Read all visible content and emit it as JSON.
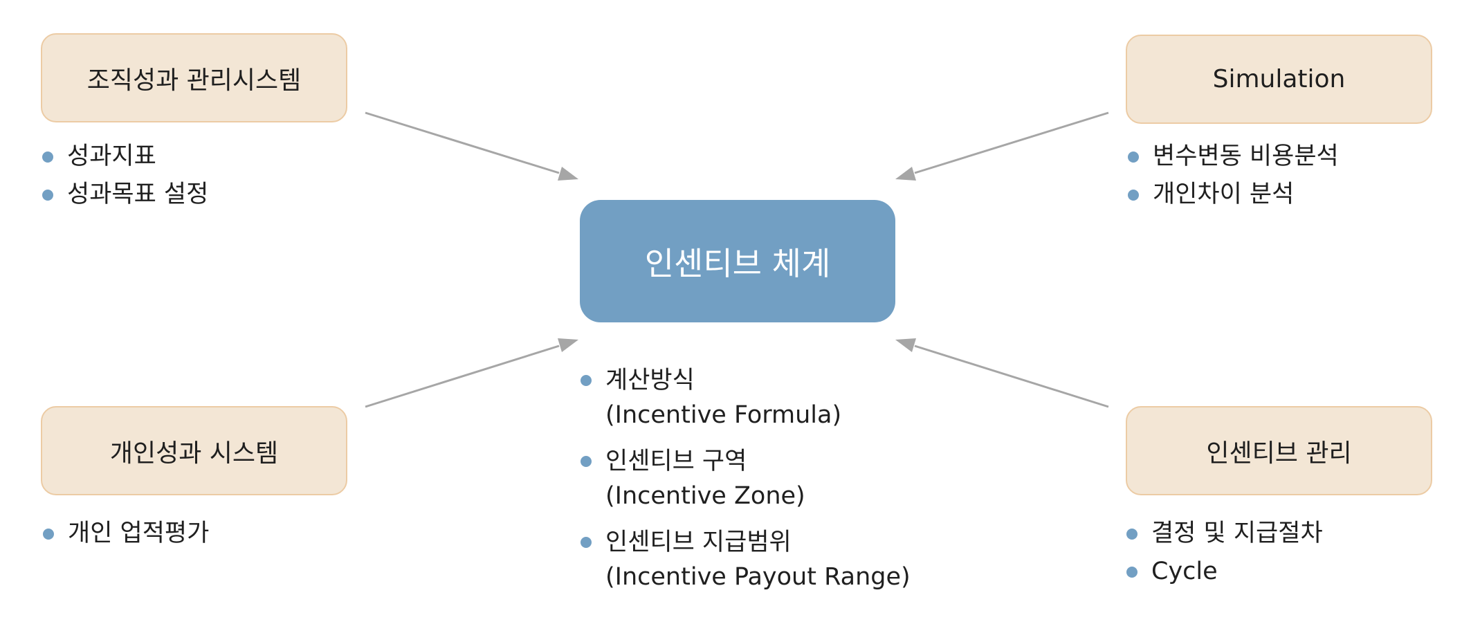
{
  "center": {
    "title": "인센티브 체계"
  },
  "top_left": {
    "title": "조직성과 관리시스템",
    "items": [
      "성과지표",
      "성과목표 설정"
    ]
  },
  "top_right": {
    "title": "Simulation",
    "items": [
      "변수변동 비용분석",
      "개인차이 분석"
    ]
  },
  "bottom_left": {
    "title": "개인성과 시스템",
    "items": [
      "개인 업적평가"
    ]
  },
  "bottom_right": {
    "title": "인센티브 관리",
    "items": [
      "결정 및 지급절차",
      "Cycle"
    ]
  },
  "center_items": [
    {
      "line1": "계산방식",
      "line2": "(Incentive Formula)"
    },
    {
      "line1": "인센티브 구역",
      "line2": "(Incentive Zone)"
    },
    {
      "line1": "인센티브 지급범위",
      "line2": "(Incentive Payout Range)"
    }
  ],
  "colors": {
    "box_fill": "#f3e6d5",
    "box_border": "#eccba4",
    "center_fill": "#729fc3",
    "bullet": "#729fc3",
    "arrow": "#a6a6a6"
  }
}
